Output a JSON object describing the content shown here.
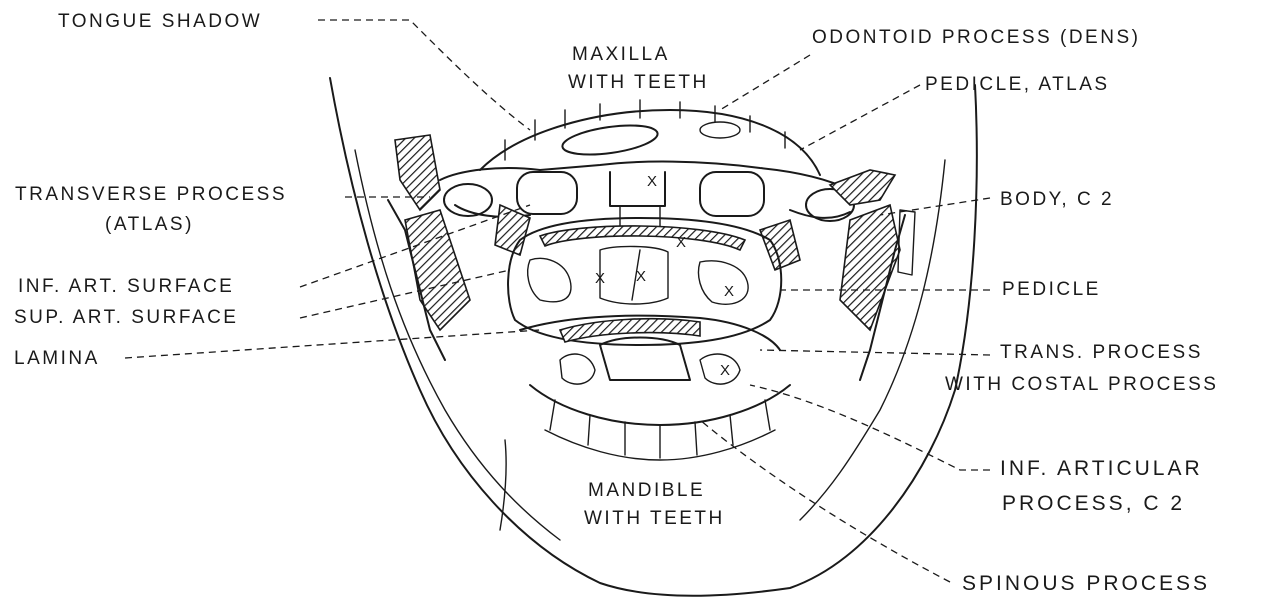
{
  "labels": {
    "tongue_shadow": "TONGUE SHADOW",
    "maxilla_line1": "MAXILLA",
    "maxilla_line2": "WITH TEETH",
    "odontoid": "ODONTOID PROCESS (DENS)",
    "pedicle_atlas": "PEDICLE, ATLAS",
    "transverse_line1": "TRANSVERSE PROCESS",
    "transverse_line2": "(ATLAS)",
    "body_c2": "BODY, C 2",
    "inf_art_surface": "INF. ART. SURFACE",
    "sup_art_surface": "SUP. ART. SURFACE",
    "pedicle": "PEDICLE",
    "lamina": "LAMINA",
    "trans_costal_line1": "TRANS. PROCESS",
    "trans_costal_line2": "WITH COSTAL PROCESS",
    "inf_articular_line1": "INF. ARTICULAR",
    "inf_articular_line2": "PROCESS, C 2",
    "mandible_line1": "MANDIBLE",
    "mandible_line2": "WITH TEETH",
    "spinous": "SPINOUS PROCESS"
  },
  "markers": [
    "X",
    "X",
    "X",
    "X",
    "X",
    "X"
  ]
}
